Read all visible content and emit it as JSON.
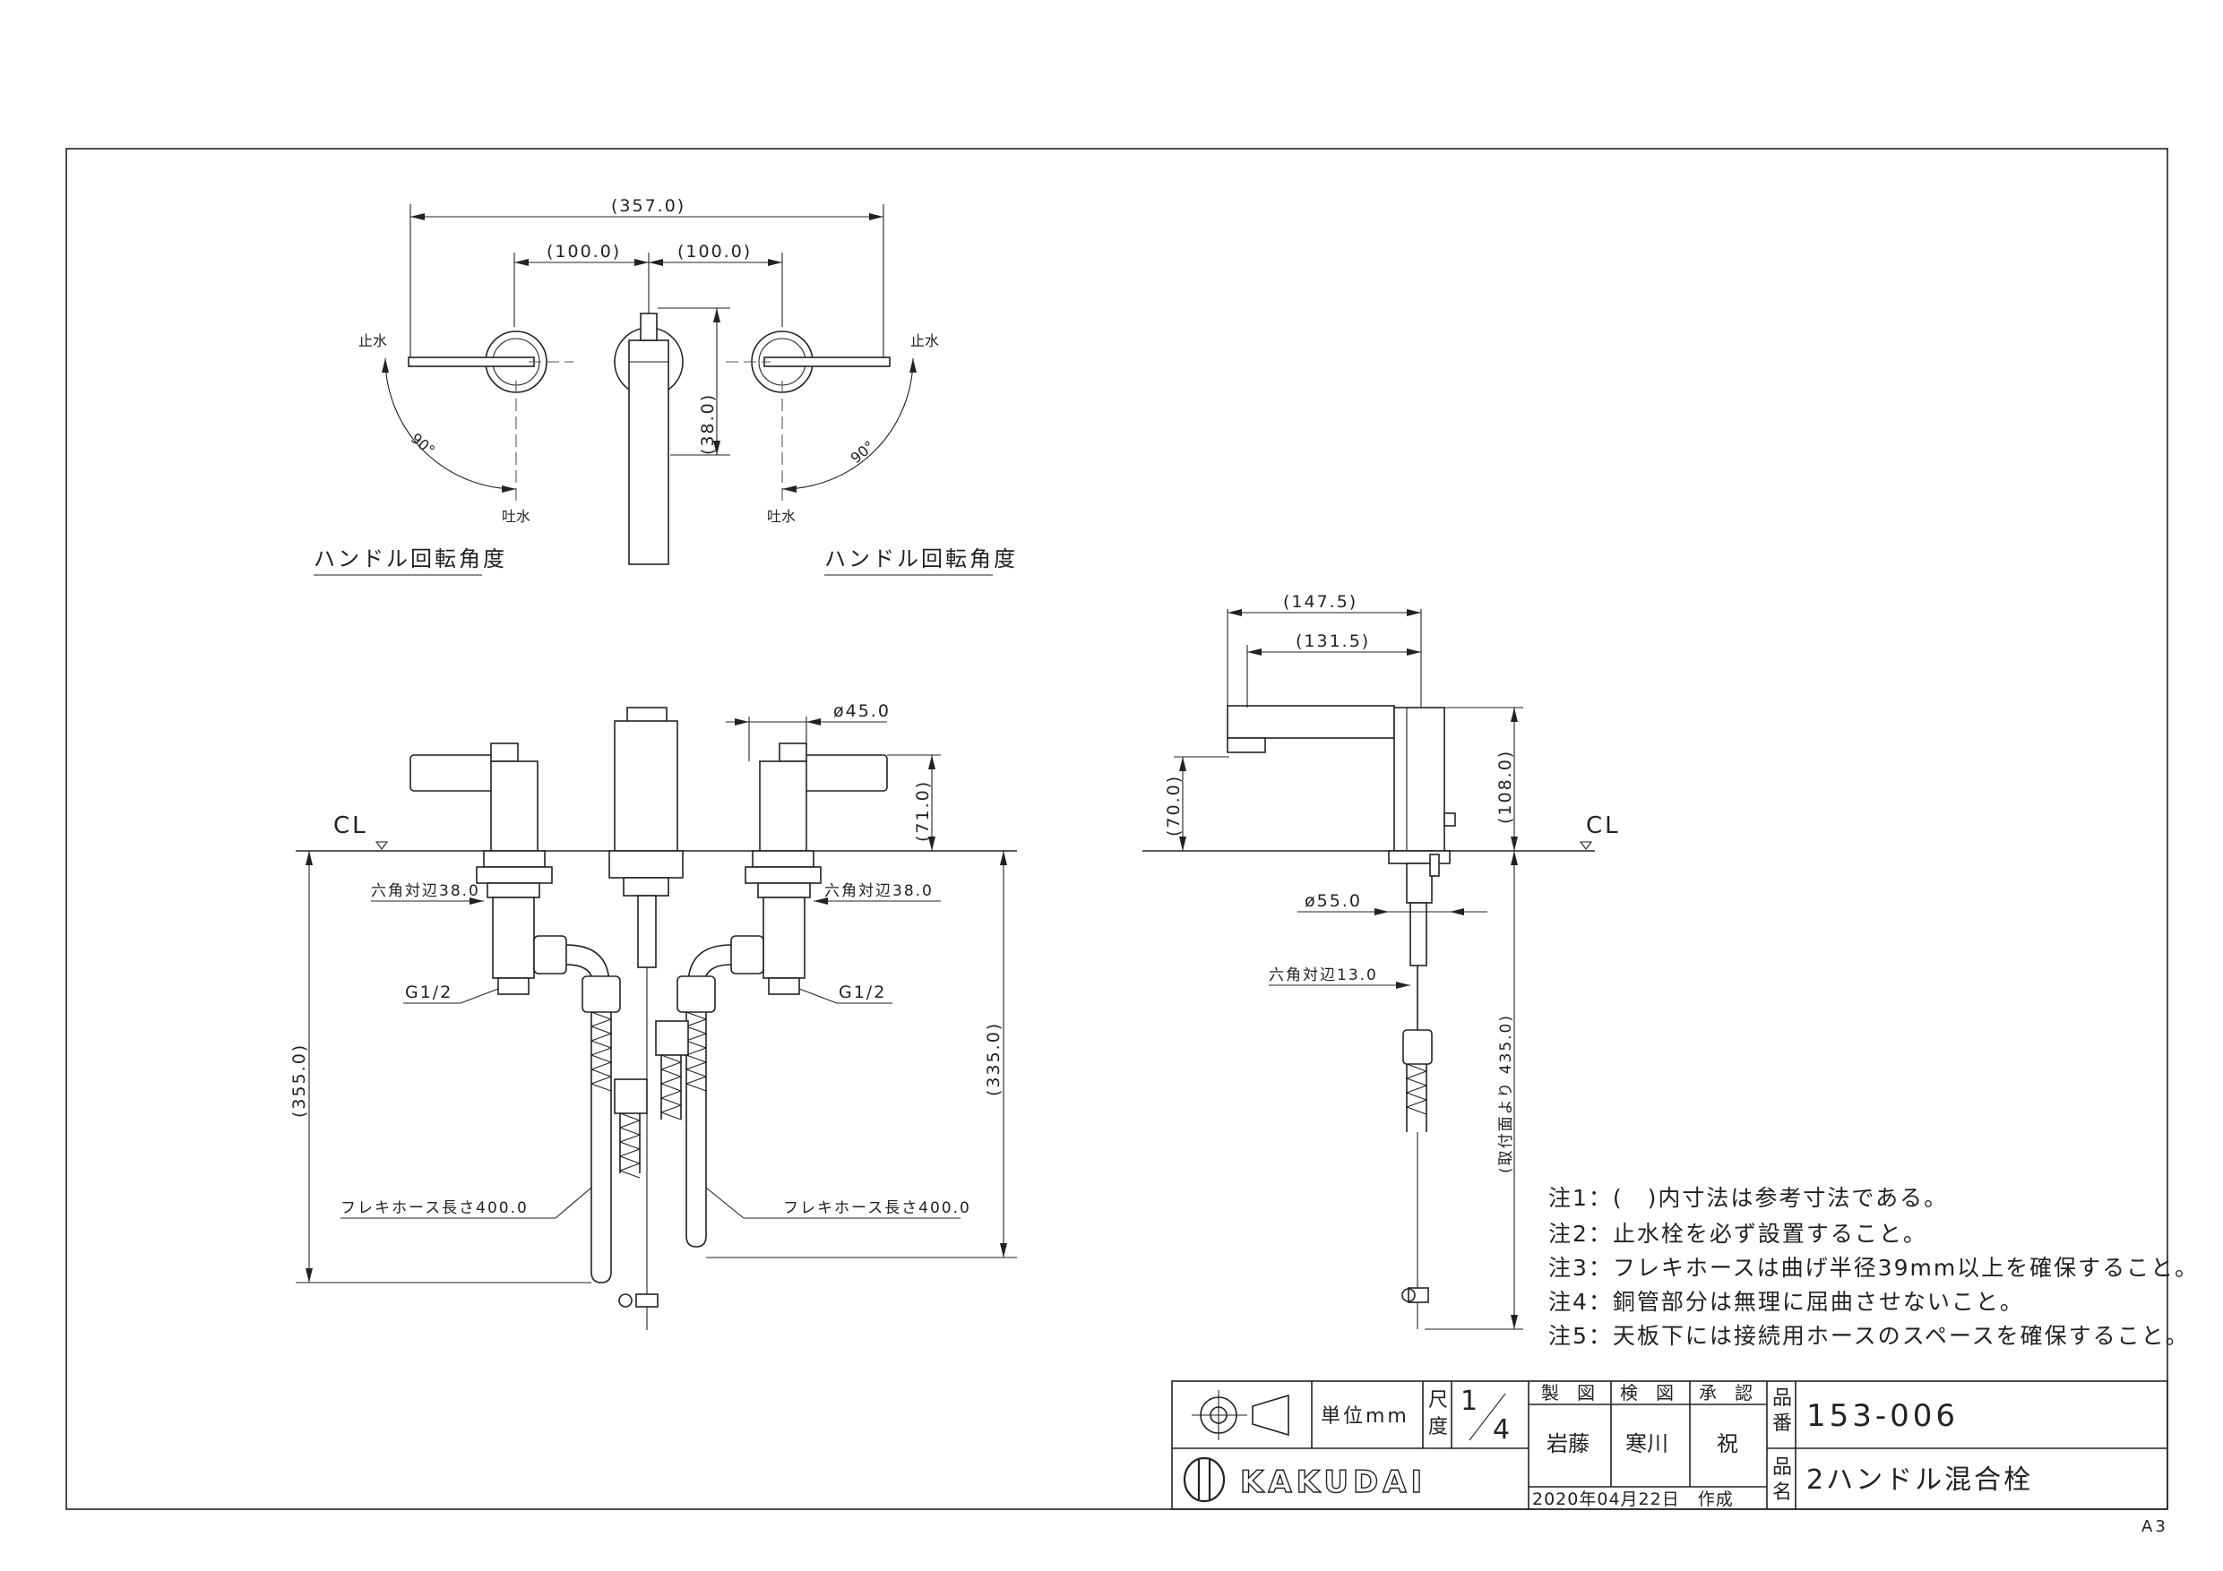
{
  "drawing": {
    "plan_view": {
      "dim_overall": "(357.0)",
      "dim_left": "(100.0)",
      "dim_right": "(100.0)",
      "dim_spout": "(38.0)",
      "left_handle": {
        "stop_label": "止水",
        "flow_label": "吐水",
        "angle": "90°"
      },
      "right_handle": {
        "stop_label": "止水",
        "flow_label": "吐水",
        "angle": "90°"
      },
      "caption_left": "ハンドル回転角度",
      "caption_right": "ハンドル回転角度"
    },
    "front_view": {
      "cl_label": "CL",
      "dim_diameter": "ø45.0",
      "dim_height": "(71.0)",
      "dim_hex_left": "六角対辺38.0",
      "dim_hex_right": "六角対辺38.0",
      "thread_left": "G1/2",
      "thread_right": "G1/2",
      "dim_left_depth": "(355.0)",
      "dim_right_depth": "(335.0)",
      "hose_left": "フレキホース長さ400.0",
      "hose_right": "フレキホース長さ400.0"
    },
    "side_view": {
      "cl_label": "CL",
      "dim_reach_total": "(147.5)",
      "dim_reach": "(131.5)",
      "dim_spout_height": "(70.0)",
      "dim_body_height": "(108.0)",
      "dim_flange": "ø55.0",
      "dim_hex": "六角対辺13.0",
      "dim_depth": "(取付面より 435.0)"
    },
    "notes": [
      "注1：(　)内寸法は参考寸法である。",
      "注2：止水栓を必ず設置すること。",
      "注3：フレキホースは曲げ半径39mm以上を確保すること。",
      "注4：銅管部分は無理に屈曲させないこと。",
      "注5：天板下には接続用ホースのスペースを確保すること。"
    ]
  },
  "title_block": {
    "unit": "単位mm",
    "scale_label": "尺度",
    "scale": "1/4",
    "drawn_header": "製　図",
    "checked_header": "検　図",
    "approved_header": "承　認",
    "drawn_by": "岩藤",
    "checked_by": "寒川",
    "approved_by": "祝",
    "part_no_label": "品番",
    "part_no": "153-006",
    "part_name_label": "品名",
    "part_name": "2ハンドル混合栓",
    "company": "KAKUDAI",
    "date": "2020年04月22日　作成"
  },
  "sheet_size": "A3"
}
